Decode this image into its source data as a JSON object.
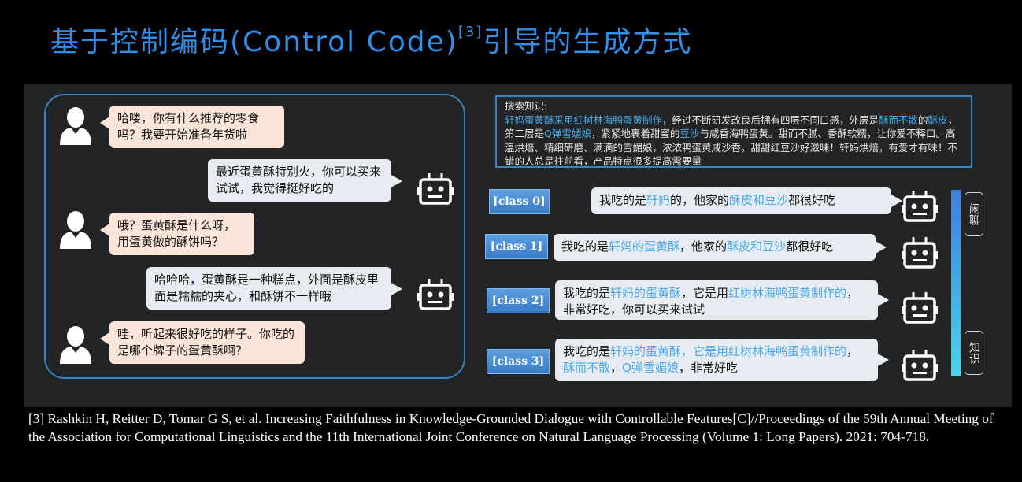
{
  "title": {
    "main": "基于控制编码(Control Code)",
    "sup": "[3]",
    "tail": "引导的生成方式"
  },
  "dialogue": [
    {
      "role": "user",
      "text": "哈喽，你有什么推荐的零食吗？我要开始准备年货啦"
    },
    {
      "role": "bot",
      "text": "最近蛋黄酥特别火，你可以买来试试，我觉得挺好吃的"
    },
    {
      "role": "user",
      "text": "哦？蛋黄酥是什么呀，用蛋黄做的酥饼吗？"
    },
    {
      "role": "bot",
      "text": "哈哈哈，蛋黄酥是一种糕点，外面是酥皮里面是糯糯的夹心，和酥饼不一样哦"
    },
    {
      "role": "user",
      "text": "哇，听起来很好吃的样子。你吃的是哪个牌子的蛋黄酥啊？"
    }
  ],
  "knowledge": {
    "label": "搜索知识:",
    "segments": [
      {
        "text": "轩妈蛋黄酥采用红树林海鸭蛋黄制作",
        "hl": true
      },
      {
        "text": "，经过不断研发改良后拥有四层不同口感，外层是",
        "hl": false
      },
      {
        "text": "酥而不散",
        "hl": true
      },
      {
        "text": "的",
        "hl": false
      },
      {
        "text": "酥皮",
        "hl": true
      },
      {
        "text": "，第二层是",
        "hl": false
      },
      {
        "text": "Q弹雪媚娘",
        "hl": true
      },
      {
        "text": "，紧紧地裹着甜蜜的",
        "hl": false
      },
      {
        "text": "豆沙",
        "hl": true
      },
      {
        "text": "与咸香海鸭蛋黄。甜而不腻、香酥软糯，让你爱不释口。高温烘焙、精细研磨、满满的雪媚娘，浓浓鸭蛋黄咸沙香，甜甜红豆沙好滋味！轩妈烘焙，有爱才有味！不错的人总是往前看，产品特点很多提高需要量",
        "hl": false
      }
    ]
  },
  "classes": [
    {
      "label": "[class 0]",
      "segments": [
        {
          "text": "我吃的是",
          "hl": false
        },
        {
          "text": "轩妈",
          "hl": true
        },
        {
          "text": "的，他家的",
          "hl": false
        },
        {
          "text": "酥皮和豆沙",
          "hl": true
        },
        {
          "text": "都很好吃",
          "hl": false
        }
      ]
    },
    {
      "label": "[class 1]",
      "segments": [
        {
          "text": "我吃的是",
          "hl": false
        },
        {
          "text": "轩妈的蛋黄酥",
          "hl": true
        },
        {
          "text": "，他家的",
          "hl": false
        },
        {
          "text": "酥皮和豆沙",
          "hl": true
        },
        {
          "text": "都很好吃",
          "hl": false
        }
      ]
    },
    {
      "label": "[class 2]",
      "segments": [
        {
          "text": "我吃的是",
          "hl": false
        },
        {
          "text": "轩妈的蛋黄酥",
          "hl": true
        },
        {
          "text": "，它是用",
          "hl": false
        },
        {
          "text": "红树林海鸭蛋黄制作的",
          "hl": true
        },
        {
          "text": "，非常好吃，你可以买来试试",
          "hl": false
        }
      ]
    },
    {
      "label": "[class 3]",
      "segments": [
        {
          "text": "我吃的是",
          "hl": false
        },
        {
          "text": "轩妈的蛋黄酥，它是用红树林海鸭蛋黄制作的",
          "hl": true
        },
        {
          "text": "，",
          "hl": false
        },
        {
          "text": "酥而不散",
          "hl": true
        },
        {
          "text": "，",
          "hl": false
        },
        {
          "text": "Q弹雪媚娘",
          "hl": true
        },
        {
          "text": "，非常好吃",
          "hl": false
        }
      ]
    }
  ],
  "scale": {
    "top_label": "闲聊",
    "bottom_label": "知识"
  },
  "citation": "[3] Rashkin H, Reitter D, Tomar G S, et al. Increasing Faithfulness in Knowledge-Grounded Dialogue with Controllable Features[C]//Proceedings of the 59th Annual Meeting of the Association for Computational Linguistics and the 11th International Joint Conference on Natural Language Processing (Volume 1: Long Papers). 2021: 704-718.",
  "colors": {
    "accent": "#2f8ee6",
    "highlight": "#4aa9e6",
    "user_bubble": "#fbe4d8",
    "bot_bubble": "#e7ecf2"
  },
  "icons": {
    "user": "person-silhouette-icon",
    "bot": "robot-icon"
  }
}
